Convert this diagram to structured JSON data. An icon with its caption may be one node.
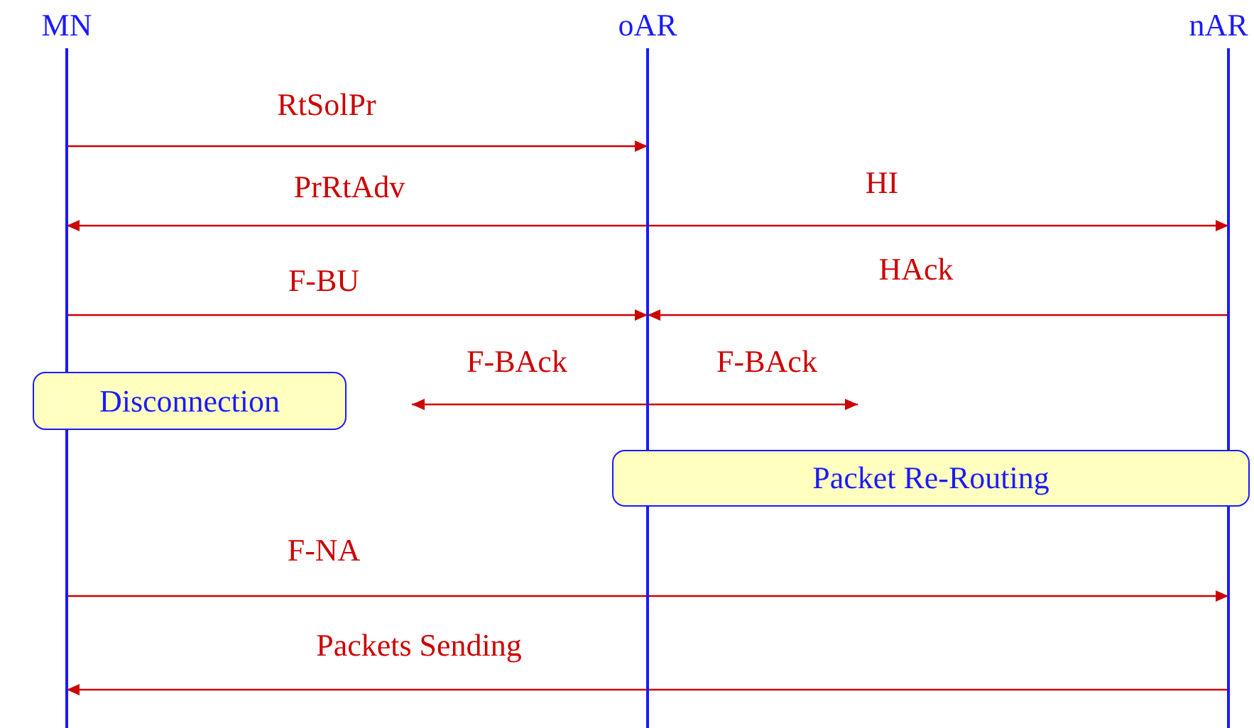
{
  "diagram": {
    "nodes": [
      {
        "text": [
          "MN"
        ]
      },
      {
        "text": [
          "oAR"
        ]
      },
      {
        "text": [
          "nAR"
        ]
      },
      {
        "text": [
          "Disconnection"
        ]
      },
      {
        "text": [
          "Packet Re-Routing"
        ]
      }
    ],
    "edges": [
      {
        "from": 0,
        "to": 1,
        "arrow": "to",
        "label": "RtSolPr"
      },
      {
        "from": 1,
        "to": 0,
        "arrow": "to",
        "label": "PrRtAdv"
      },
      {
        "from": 1,
        "to": 2,
        "arrow": "to",
        "label": "HI"
      },
      {
        "from": 0,
        "to": 1,
        "arrow": "to",
        "label": "F-BU"
      },
      {
        "from": 2,
        "to": 1,
        "arrow": "to",
        "label": "HAck"
      },
      {
        "from": 1,
        "to": null,
        "arrow": "to",
        "label": "F-BAck"
      },
      {
        "from": 1,
        "to": null,
        "arrow": "to",
        "label": "F-BAck"
      },
      {
        "from": 0,
        "to": 2,
        "arrow": "to",
        "label": "F-NA"
      },
      {
        "from": 2,
        "to": 0,
        "arrow": "to",
        "label": "Packets Sending"
      }
    ]
  }
}
